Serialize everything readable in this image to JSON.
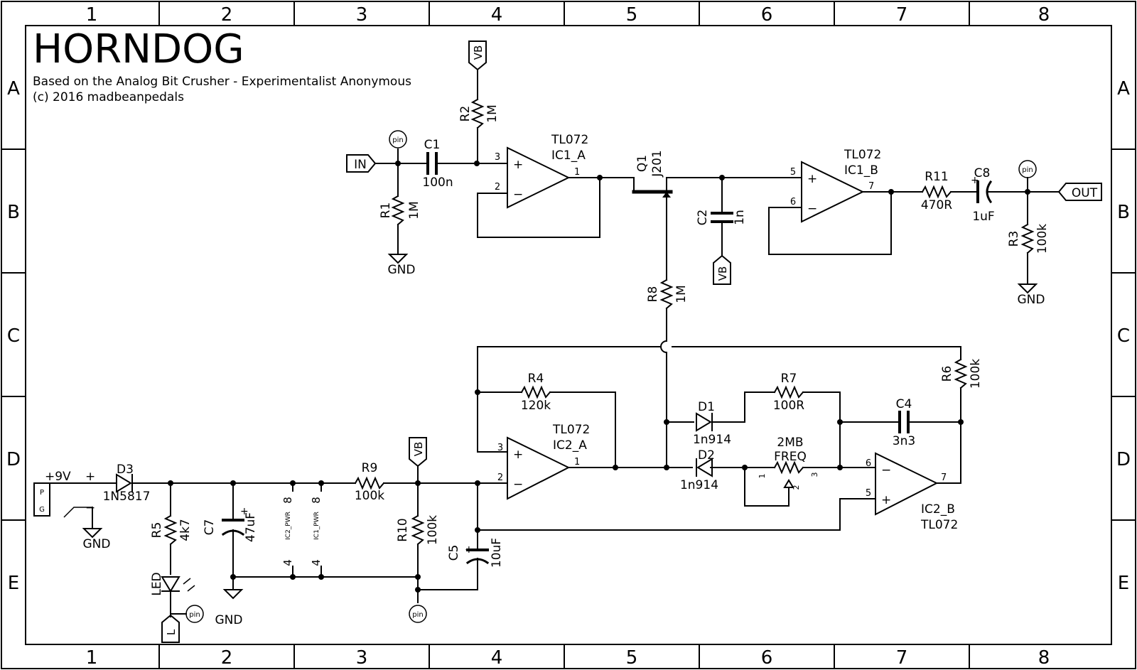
{
  "title": "HORNDOG",
  "subtitle": "Based on the Analog Bit Crusher - Experimentalist Anonymous",
  "copyright": "(c) 2016 madbeanpedals",
  "frame": {
    "cols": [
      "1",
      "2",
      "3",
      "4",
      "5",
      "6",
      "7",
      "8"
    ],
    "rows": [
      "A",
      "B",
      "C",
      "D",
      "E"
    ]
  },
  "ports": {
    "in": "IN",
    "out": "OUT",
    "vb": "VB",
    "gnd": "GND",
    "pin": "pin",
    "l": "L",
    "pwr_plus": "+9V",
    "plus": "+",
    "minus": "−",
    "p": "P",
    "g": "G"
  },
  "components": {
    "C1": {
      "name": "C1",
      "value": "100n"
    },
    "R1": {
      "name": "R1",
      "value": "1M"
    },
    "R2": {
      "name": "R2",
      "value": "1M"
    },
    "IC1A": {
      "part": "TL072",
      "name": "IC1_A",
      "pin_plus": "3",
      "pin_minus": "2",
      "pin_out": "1"
    },
    "Q1": {
      "name": "Q1",
      "value": "J201"
    },
    "C2": {
      "name": "C2",
      "value": "1n"
    },
    "IC1B": {
      "part": "TL072",
      "name": "IC1_B",
      "pin_plus": "5",
      "pin_minus": "6",
      "pin_out": "7"
    },
    "R11": {
      "name": "R11",
      "value": "470R"
    },
    "C8": {
      "name": "C8",
      "value": "1uF"
    },
    "R3": {
      "name": "R3",
      "value": "100k"
    },
    "R8": {
      "name": "R8",
      "value": "1M"
    },
    "R4": {
      "name": "R4",
      "value": "120k"
    },
    "R7": {
      "name": "R7",
      "value": "100R"
    },
    "R6": {
      "name": "R6",
      "value": "100k"
    },
    "C4": {
      "name": "C4",
      "value": "3n3"
    },
    "D1": {
      "name": "D1",
      "value": "1n914"
    },
    "D2": {
      "name": "D2",
      "value": "1n914"
    },
    "POT": {
      "name": "2MB",
      "value": "FREQ",
      "p1": "1",
      "p2": "2",
      "p3": "3"
    },
    "IC2A": {
      "part": "TL072",
      "name": "IC2_A",
      "pin_plus": "3",
      "pin_minus": "2",
      "pin_out": "1"
    },
    "IC2B": {
      "part": "TL072",
      "name": "IC2_B",
      "pin_plus": "5",
      "pin_minus": "6",
      "pin_out": "7"
    },
    "D3": {
      "name": "D3",
      "value": "1N5817"
    },
    "R5": {
      "name": "R5",
      "value": "4k7"
    },
    "LED": {
      "name": "LED"
    },
    "C7": {
      "name": "C7",
      "value": "47uF"
    },
    "IC2PWR": {
      "name": "IC2_PWR",
      "p8": "8",
      "p4": "4"
    },
    "IC1PWR": {
      "name": "IC1_PWR",
      "p8": "8",
      "p4": "4"
    },
    "R9": {
      "name": "R9",
      "value": "100k"
    },
    "R10": {
      "name": "R10",
      "value": "100k"
    },
    "C5": {
      "name": "C5",
      "value": "10uF"
    }
  }
}
